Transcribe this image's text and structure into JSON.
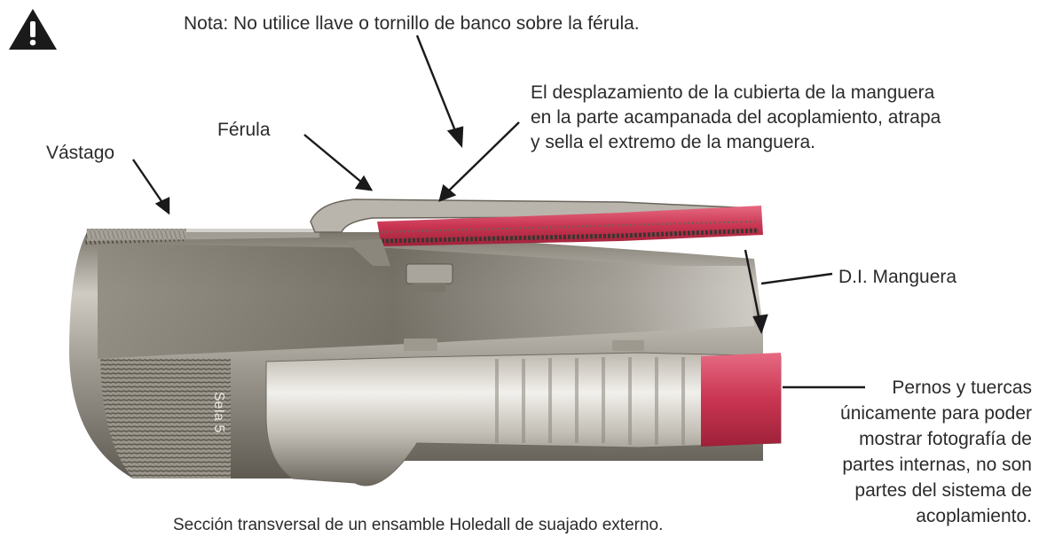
{
  "warning": {
    "icon": "warning-triangle-icon"
  },
  "labels": {
    "nota": "Nota: No utilice llave o tornillo de banco sobre la férula.",
    "desplazamiento": [
      "El desplazamiento de la cubierta de la manguera",
      "en la parte acampanada del acoplamiento, atrapa",
      "y sella el extremo de la manguera."
    ],
    "ferula": "Férula",
    "vastago": "Vástago",
    "di_manguera": "D.I. Manguera",
    "pernos": [
      "Pernos y tuercas",
      "únicamente para poder",
      "mostrar fotografía de",
      "partes internas, no son",
      "partes del sistema de",
      "acoplamiento."
    ],
    "stem_mark": "SeIa 5"
  },
  "caption": "Sección transversal de un ensamble Holedall de suajado externo.",
  "colors": {
    "metal_light": "#d9d6cf",
    "metal_dark": "#6f6a60",
    "hose_red": "#d9435e",
    "arrow": "#1a1a1a"
  }
}
